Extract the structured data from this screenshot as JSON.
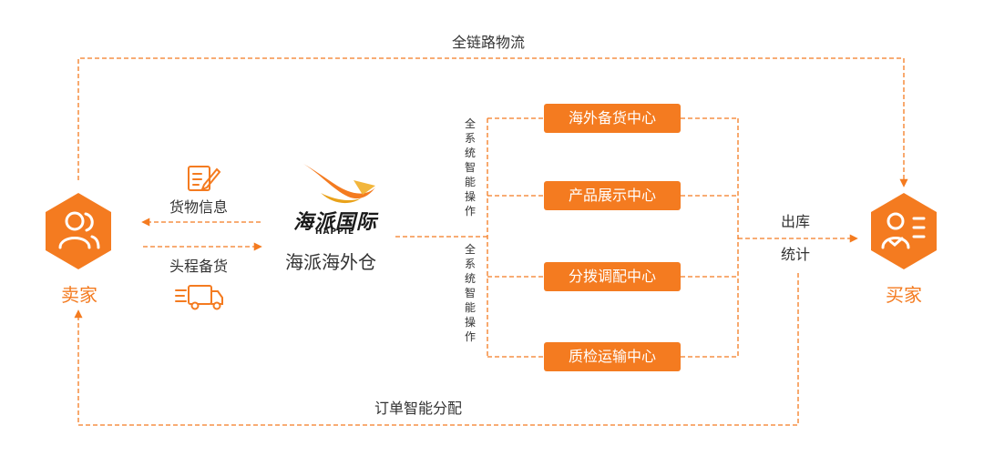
{
  "top_flow_label": "全链路物流",
  "bottom_flow_label": "订单智能分配",
  "seller": {
    "label": "卖家",
    "icon": "users-icon"
  },
  "buyer": {
    "label": "买家",
    "icon": "user-card-icon"
  },
  "left_flows": {
    "upper": {
      "label": "货物信息",
      "icon": "edit-document-icon"
    },
    "lower": {
      "label": "头程备货",
      "icon": "delivery-truck-icon"
    }
  },
  "brand": {
    "name_cn": "海派国际",
    "name_en": "HAPPIE",
    "warehouse": "海派海外仓"
  },
  "vertical_notes": [
    "全系统智能操作",
    "全系统智能操作"
  ],
  "centers": [
    "海外备货中心",
    "产品展示中心",
    "分拨调配中心",
    "质检运输中心"
  ],
  "right_flows": {
    "upper": "出库",
    "lower": "统计"
  },
  "colors": {
    "accent": "#f47b20",
    "text": "#333333"
  }
}
